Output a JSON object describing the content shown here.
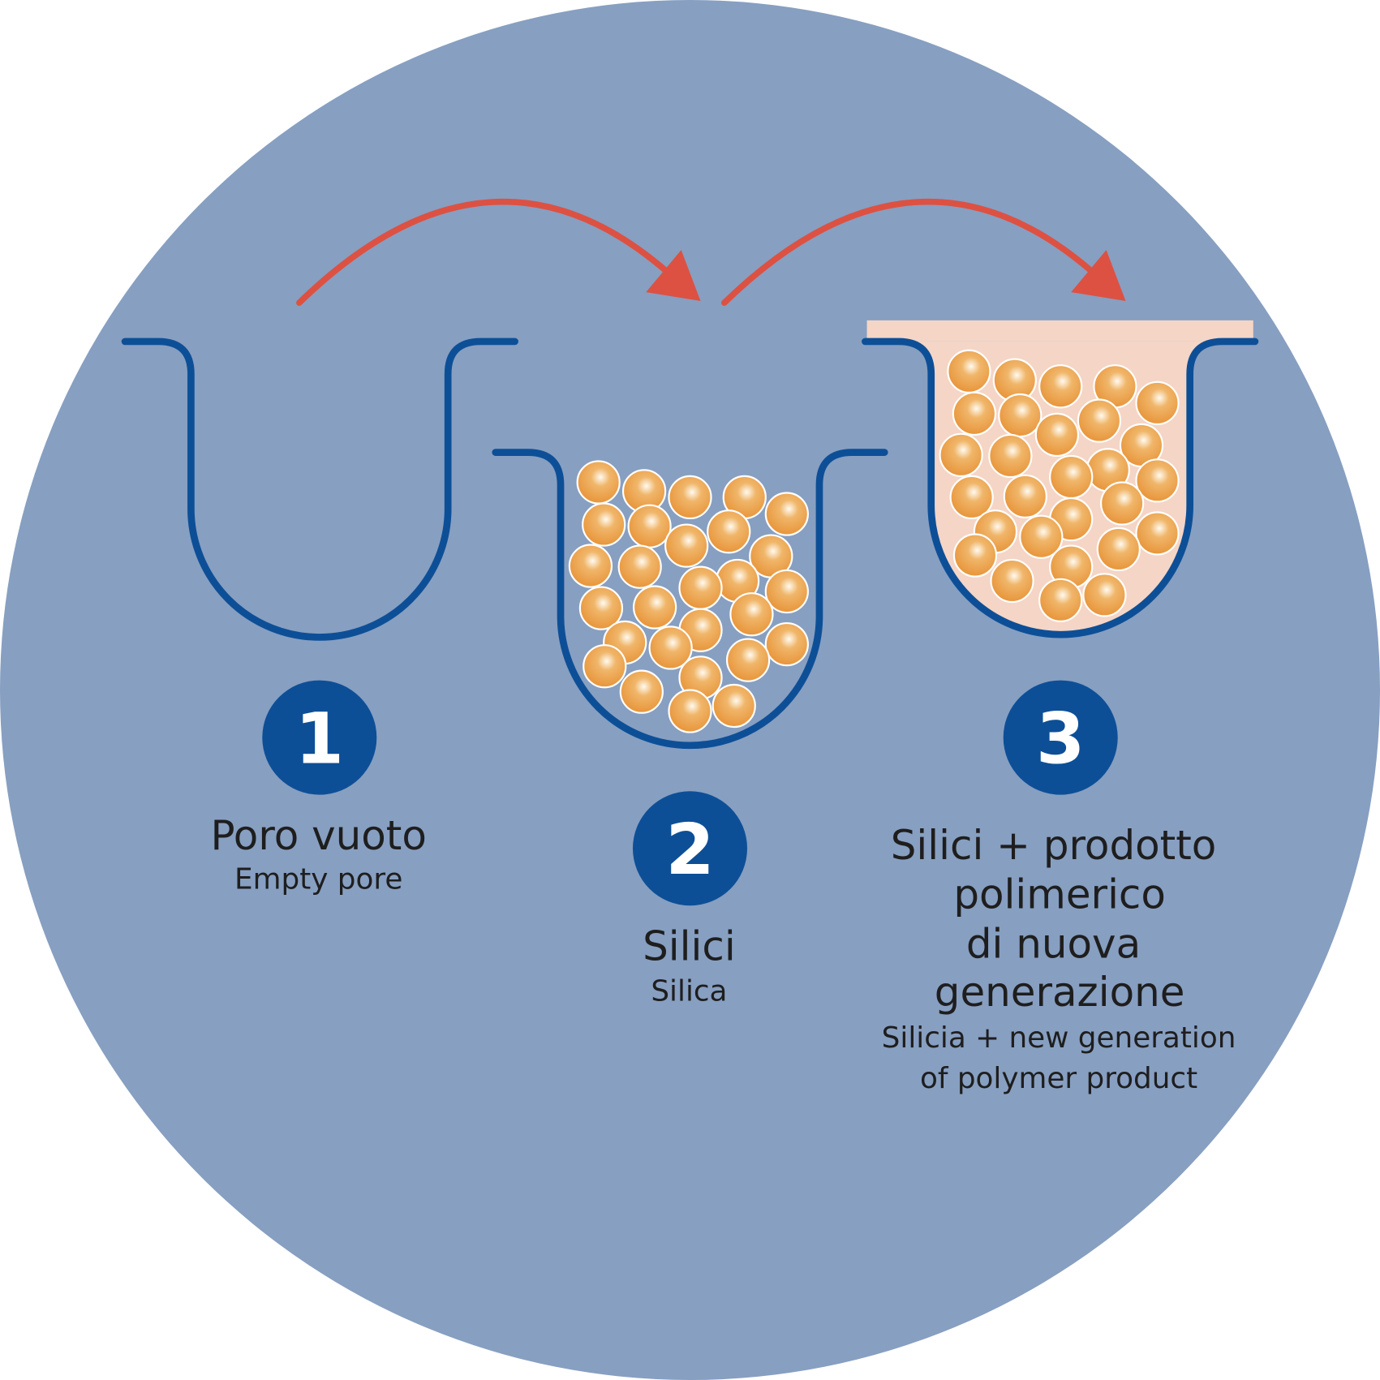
{
  "colors": {
    "background": "#879fc1",
    "pore": "#0d4f97",
    "arrow": "#dd5142",
    "ball": "#e8953a",
    "polymer": "#f4d5c6"
  },
  "steps": [
    {
      "number": "1",
      "title": "Poro vuoto",
      "subtitle": "Empty pore"
    },
    {
      "number": "2",
      "title": "Silici",
      "subtitle": "Silica"
    },
    {
      "number": "3",
      "title_lines": [
        "Silici + prodotto",
        "polimerico",
        "di nuova",
        "generazione"
      ],
      "subtitle_lines": [
        "Silicia + new generation",
        "of polymer product"
      ]
    }
  ]
}
